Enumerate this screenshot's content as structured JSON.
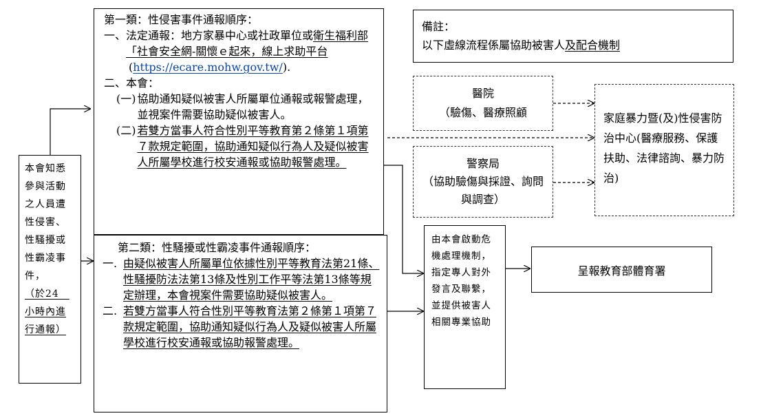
{
  "left_box": {
    "text": "本會知悉參與活動之人員遭性侵害、性騷擾或性霸凌事件，",
    "note": "（於24　小時內進行通報）"
  },
  "category1": {
    "title": "第一類：性侵害事件通報順序：",
    "item1_prefix": "一、法定通報：地方家暴中心或社政單位或",
    "item1_underlined": "衛生福利部「社會安全網-關懷ｅ起來，線上求助平台",
    "item1_link": "https://ecare.mohw.gov.tw/",
    "item1_open": "(",
    "item1_close": ").",
    "item2_title": "二、本會：",
    "sub1_num": "(一)",
    "sub1_text": "協助通知疑似被害人所屬單位通報或報警處理，並視案件需要協助疑似被害人。",
    "sub2_num": "(二)",
    "sub2_text": "若雙方當事人符合性別平等教育第２條第１項第７款規定範圍，協助通知疑似行為人及疑似被害人所屬學校進行校安通報或協助報警處理。"
  },
  "category2": {
    "title": "第二類：性騷擾或性霸凌事件通報順序：",
    "item1_num": "一.",
    "item1_text": "由疑似被害人所屬單位依據性別平等教育法第21條、性騷擾防法法第13條及性別工作平等法第13條等規定辦理，本會視案件需要協助疑似被害人。",
    "item2_num": "二.",
    "item2_text": "若雙方當事人符合性別平等教育法第２條第１項第７款規定範圍，協助通知疑似行為人及疑似被害人所屬學校進行校安通報或協助報警處理。"
  },
  "note_box": {
    "label": "備註：",
    "line_prefix": "以下虛線流程係屬協助被害人",
    "line_underlined": "及配合機制"
  },
  "hospital": {
    "title": "醫院",
    "detail": "（驗傷、醫療照顧"
  },
  "police": {
    "title": "警察局",
    "detail": "（協助驗傷與採證、詢問與調查）"
  },
  "center": {
    "text": "家庭暴力暨(及)性侵害防治中心(醫療服務、保護扶助、法律諮詢、暴力防治)"
  },
  "crisis": {
    "text": "由本會啟動危機處理機制，指定專人對外發言及聯繫，並提供被害人相關專業協助"
  },
  "report": {
    "text": "呈報教育部體育署"
  }
}
